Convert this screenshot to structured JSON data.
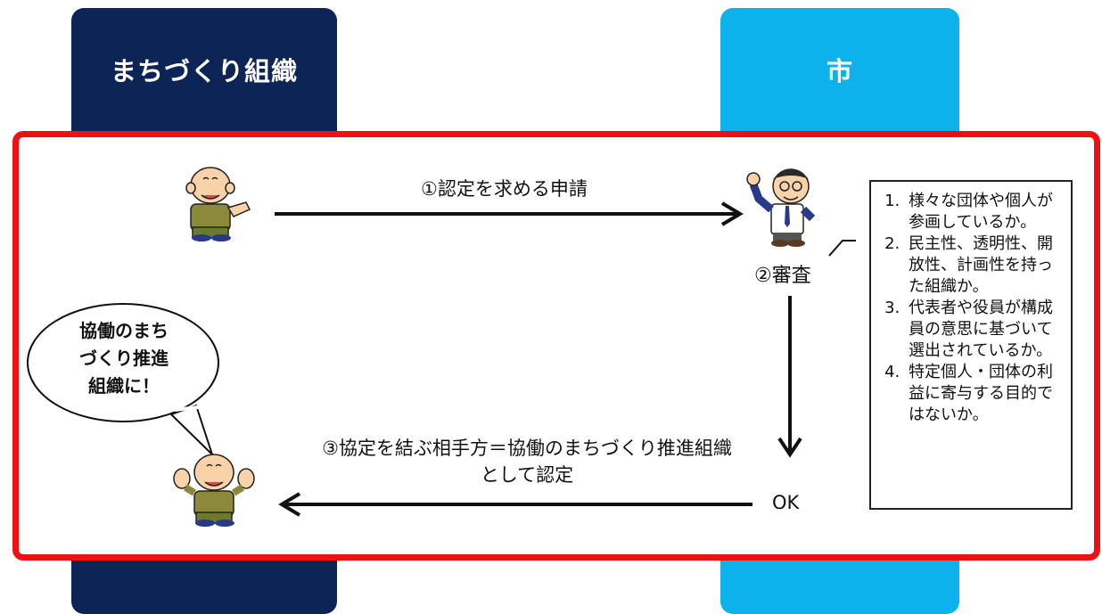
{
  "columns": {
    "left_title": "まちづくり組織",
    "right_title": "市"
  },
  "flow": {
    "step1_label": "①認定を求める申請",
    "step2_label": "②審査",
    "step3_line1": "③協定を結ぶ相手方＝協働のまちづくり推進組織",
    "step3_line2": "として認定",
    "ok_label": "OK"
  },
  "bubble": {
    "line1": "協働のまち",
    "line2": "づくり推進",
    "line3": "組織に！"
  },
  "criteria": [
    "様々な団体や個人が参画しているか。",
    "民主性、透明性、開放性、計画性を持った組織か。",
    "代表者や役員が構成員の意思に基づいて選出されているか。",
    "特定個人・団体の利益に寄与する目的ではないか。"
  ],
  "colors": {
    "left_column": "#0d2456",
    "right_column": "#0db1ec",
    "frame": "#ee1111"
  },
  "icons": [
    "elderly-man-icon",
    "official-man-icon",
    "elderly-man-cheering-icon",
    "speech-bubble-icon"
  ]
}
